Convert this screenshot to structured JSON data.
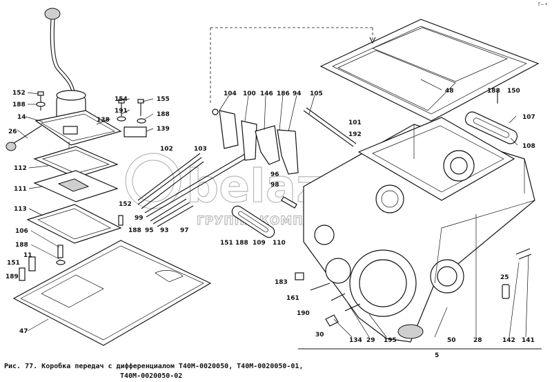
{
  "figure": {
    "caption_line1": "Рис. 77. Коробка передач с дифференциалом Т40М-0020050, Т40М-0020050-01,",
    "caption_line2": "Т40М-0020050-02",
    "corner_mark": "f~•",
    "watermark_main": "belaz",
    "watermark_sub": "ГРУППА КОМПАНИЙ"
  },
  "callouts": [
    {
      "label": "152"
    },
    {
      "label": "188"
    },
    {
      "label": "14"
    },
    {
      "label": "26"
    },
    {
      "label": "154"
    },
    {
      "label": "191"
    },
    {
      "label": "138"
    },
    {
      "label": "155"
    },
    {
      "label": "188"
    },
    {
      "label": "139"
    },
    {
      "label": "112"
    },
    {
      "label": "111"
    },
    {
      "label": "113"
    },
    {
      "label": "106"
    },
    {
      "label": "188"
    },
    {
      "label": "11"
    },
    {
      "label": "151"
    },
    {
      "label": "189"
    },
    {
      "label": "47"
    },
    {
      "label": "102"
    },
    {
      "label": "103"
    },
    {
      "label": "152"
    },
    {
      "label": "99"
    },
    {
      "label": "95"
    },
    {
      "label": "93"
    },
    {
      "label": "97"
    },
    {
      "label": "188"
    },
    {
      "label": "104"
    },
    {
      "label": "100"
    },
    {
      "label": "146"
    },
    {
      "label": "186"
    },
    {
      "label": "94"
    },
    {
      "label": "105"
    },
    {
      "label": "96"
    },
    {
      "label": "98"
    },
    {
      "label": "101"
    },
    {
      "label": "192"
    },
    {
      "label": "151"
    },
    {
      "label": "188"
    },
    {
      "label": "109"
    },
    {
      "label": "110"
    },
    {
      "label": "48"
    },
    {
      "label": "188"
    },
    {
      "label": "150"
    },
    {
      "label": "107"
    },
    {
      "label": "108"
    },
    {
      "label": "183"
    },
    {
      "label": "161"
    },
    {
      "label": "190"
    },
    {
      "label": "30"
    },
    {
      "label": "134"
    },
    {
      "label": "29"
    },
    {
      "label": "195"
    },
    {
      "label": "50"
    },
    {
      "label": "28"
    },
    {
      "label": "142"
    },
    {
      "label": "141"
    },
    {
      "label": "25"
    },
    {
      "label": "5"
    }
  ]
}
